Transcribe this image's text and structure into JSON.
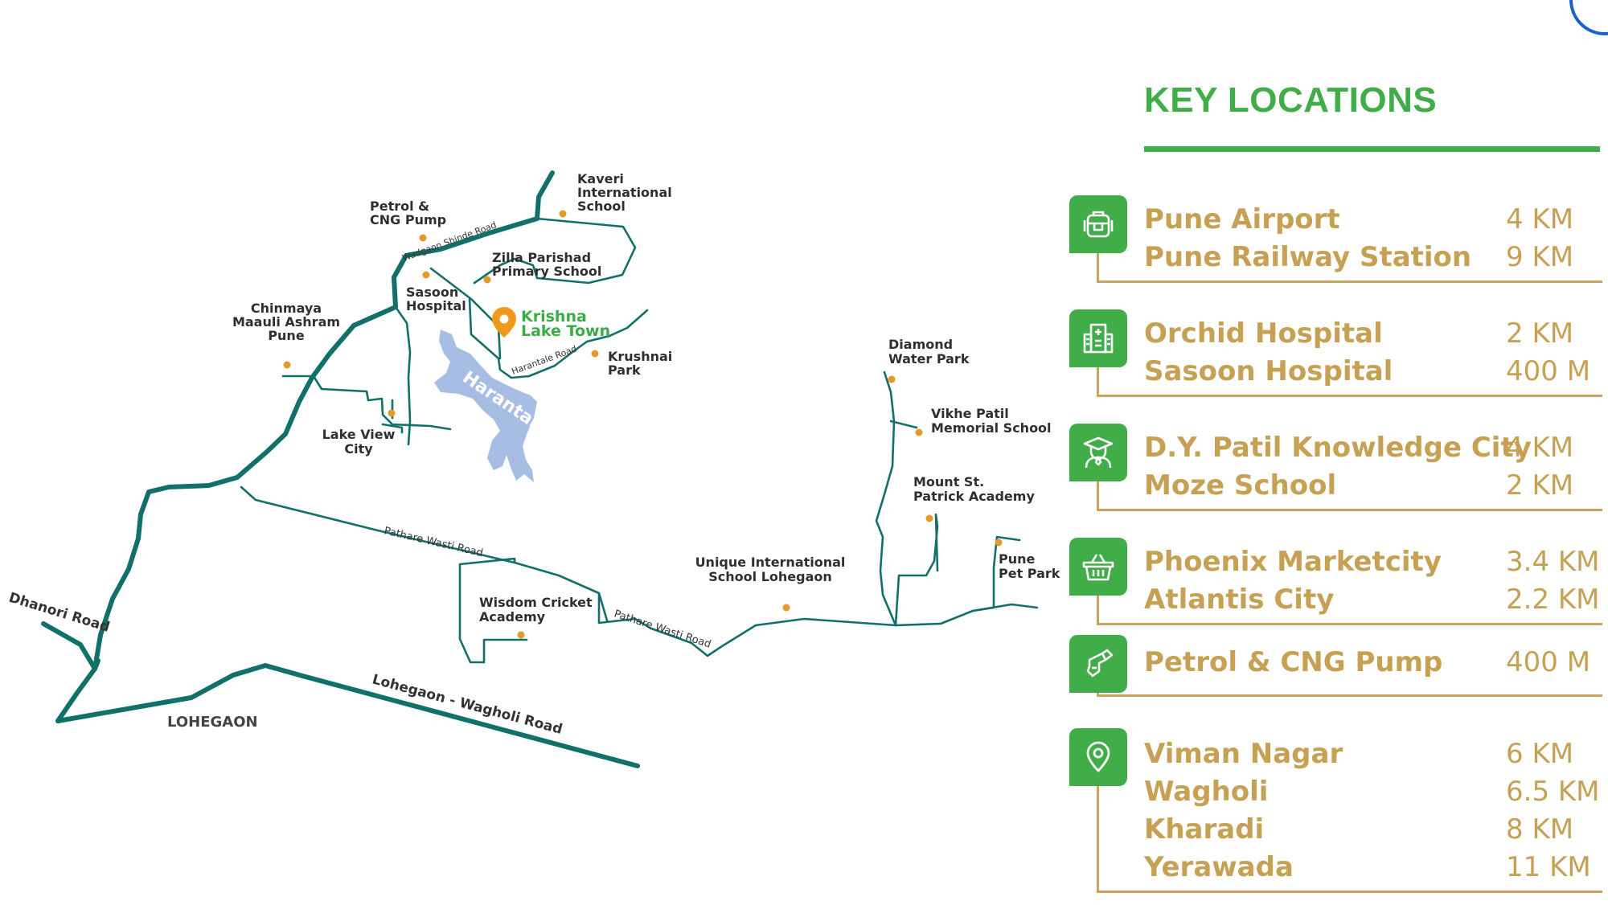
{
  "map": {
    "project": {
      "line1": "Krishna",
      "line2": "Lake Town"
    },
    "lake": "Harantale",
    "area": "LOHEGAON",
    "roads": {
      "dhanori": "Dhanori Road",
      "lohegaon_wagholi": "Lohegaon - Wagholi Road",
      "pathare_wasti_1": "Pathare Wasti Road",
      "pathare_wasti_2": "Pathare Wasti Road",
      "harantale": "Harantale Road",
      "wadgaon_shinde": "Wadgaon Shinde Road"
    },
    "places": {
      "kaveri": [
        "Kaveri",
        "International",
        "School"
      ],
      "petrol": [
        "Petrol &",
        "CNG Pump"
      ],
      "zilla": [
        "Zilla Parishad",
        "Primary School"
      ],
      "sasoon": [
        "Sasoon",
        "Hospital"
      ],
      "chinmaya": [
        "Chinmaya",
        "Maauli Ashram",
        "Pune"
      ],
      "krushnai": [
        "Krushnai",
        "Park"
      ],
      "lakeview": [
        "Lake View",
        "City"
      ],
      "diamond": [
        "Diamond",
        "Water Park"
      ],
      "vikhe": [
        "Vikhe Patil",
        "Memorial School"
      ],
      "mountst": [
        "Mount St.",
        "Patrick Academy"
      ],
      "unique": [
        "Unique International",
        "School Lohegaon"
      ],
      "petpark": [
        "Pune",
        "Pet Park"
      ],
      "wisdom": [
        "Wisdom Cricket",
        "Academy"
      ]
    }
  },
  "panel": {
    "title": "KEY LOCATIONS",
    "groups": [
      {
        "icon": "airplane-icon",
        "items": [
          {
            "name": "Pune Airport",
            "distance": "4 KM"
          },
          {
            "name": "Pune Railway Station",
            "distance": "9 KM"
          }
        ]
      },
      {
        "icon": "hospital-icon",
        "items": [
          {
            "name": "Orchid Hospital",
            "distance": "2 KM"
          },
          {
            "name": "Sasoon Hospital",
            "distance": "400 M"
          }
        ]
      },
      {
        "icon": "graduate-icon",
        "items": [
          {
            "name": "D.Y. Patil Knowledge City",
            "distance": "4 KM"
          },
          {
            "name": "Moze School",
            "distance": "2 KM"
          }
        ]
      },
      {
        "icon": "shopping-basket-icon",
        "items": [
          {
            "name": "Phoenix Marketcity",
            "distance": "3.4 KM"
          },
          {
            "name": "Atlantis City",
            "distance": "2.2 KM"
          }
        ]
      },
      {
        "icon": "fuel-pump-icon",
        "items": [
          {
            "name": "Petrol & CNG Pump",
            "distance": "400 M"
          }
        ]
      },
      {
        "icon": "location-pin-icon",
        "items": [
          {
            "name": "Viman Nagar",
            "distance": "6 KM"
          },
          {
            "name": "Wagholi",
            "distance": "6.5 KM"
          },
          {
            "name": "Kharadi",
            "distance": "8 KM"
          },
          {
            "name": "Yerawada",
            "distance": "11 KM"
          }
        ]
      }
    ]
  }
}
